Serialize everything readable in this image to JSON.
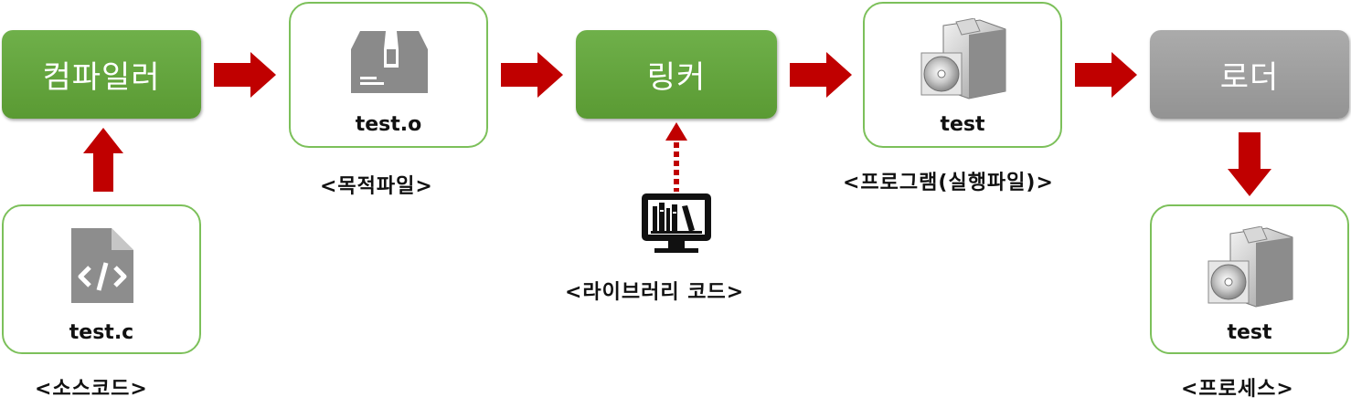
{
  "stages": {
    "compiler": "컴파일러",
    "linker": "링커",
    "loader": "로더"
  },
  "files": {
    "source": "test.c",
    "object": "test.o",
    "program": "test",
    "process": "test"
  },
  "captions": {
    "source": "<소스코드>",
    "object": "<목적파일>",
    "library": "<라이브러리 코드>",
    "program": "<프로그램(실행파일)>",
    "process": "<프로세스>"
  },
  "icons": {
    "source": "code-file-icon",
    "object": "box-icon",
    "library": "library-monitor-icon",
    "program": "software-package-icon",
    "process": "software-package-icon"
  },
  "colors": {
    "stage_green": "#5fa03a",
    "stage_gray": "#9e9e9e",
    "card_border": "#7cc05a",
    "arrow_red": "#c00000"
  }
}
